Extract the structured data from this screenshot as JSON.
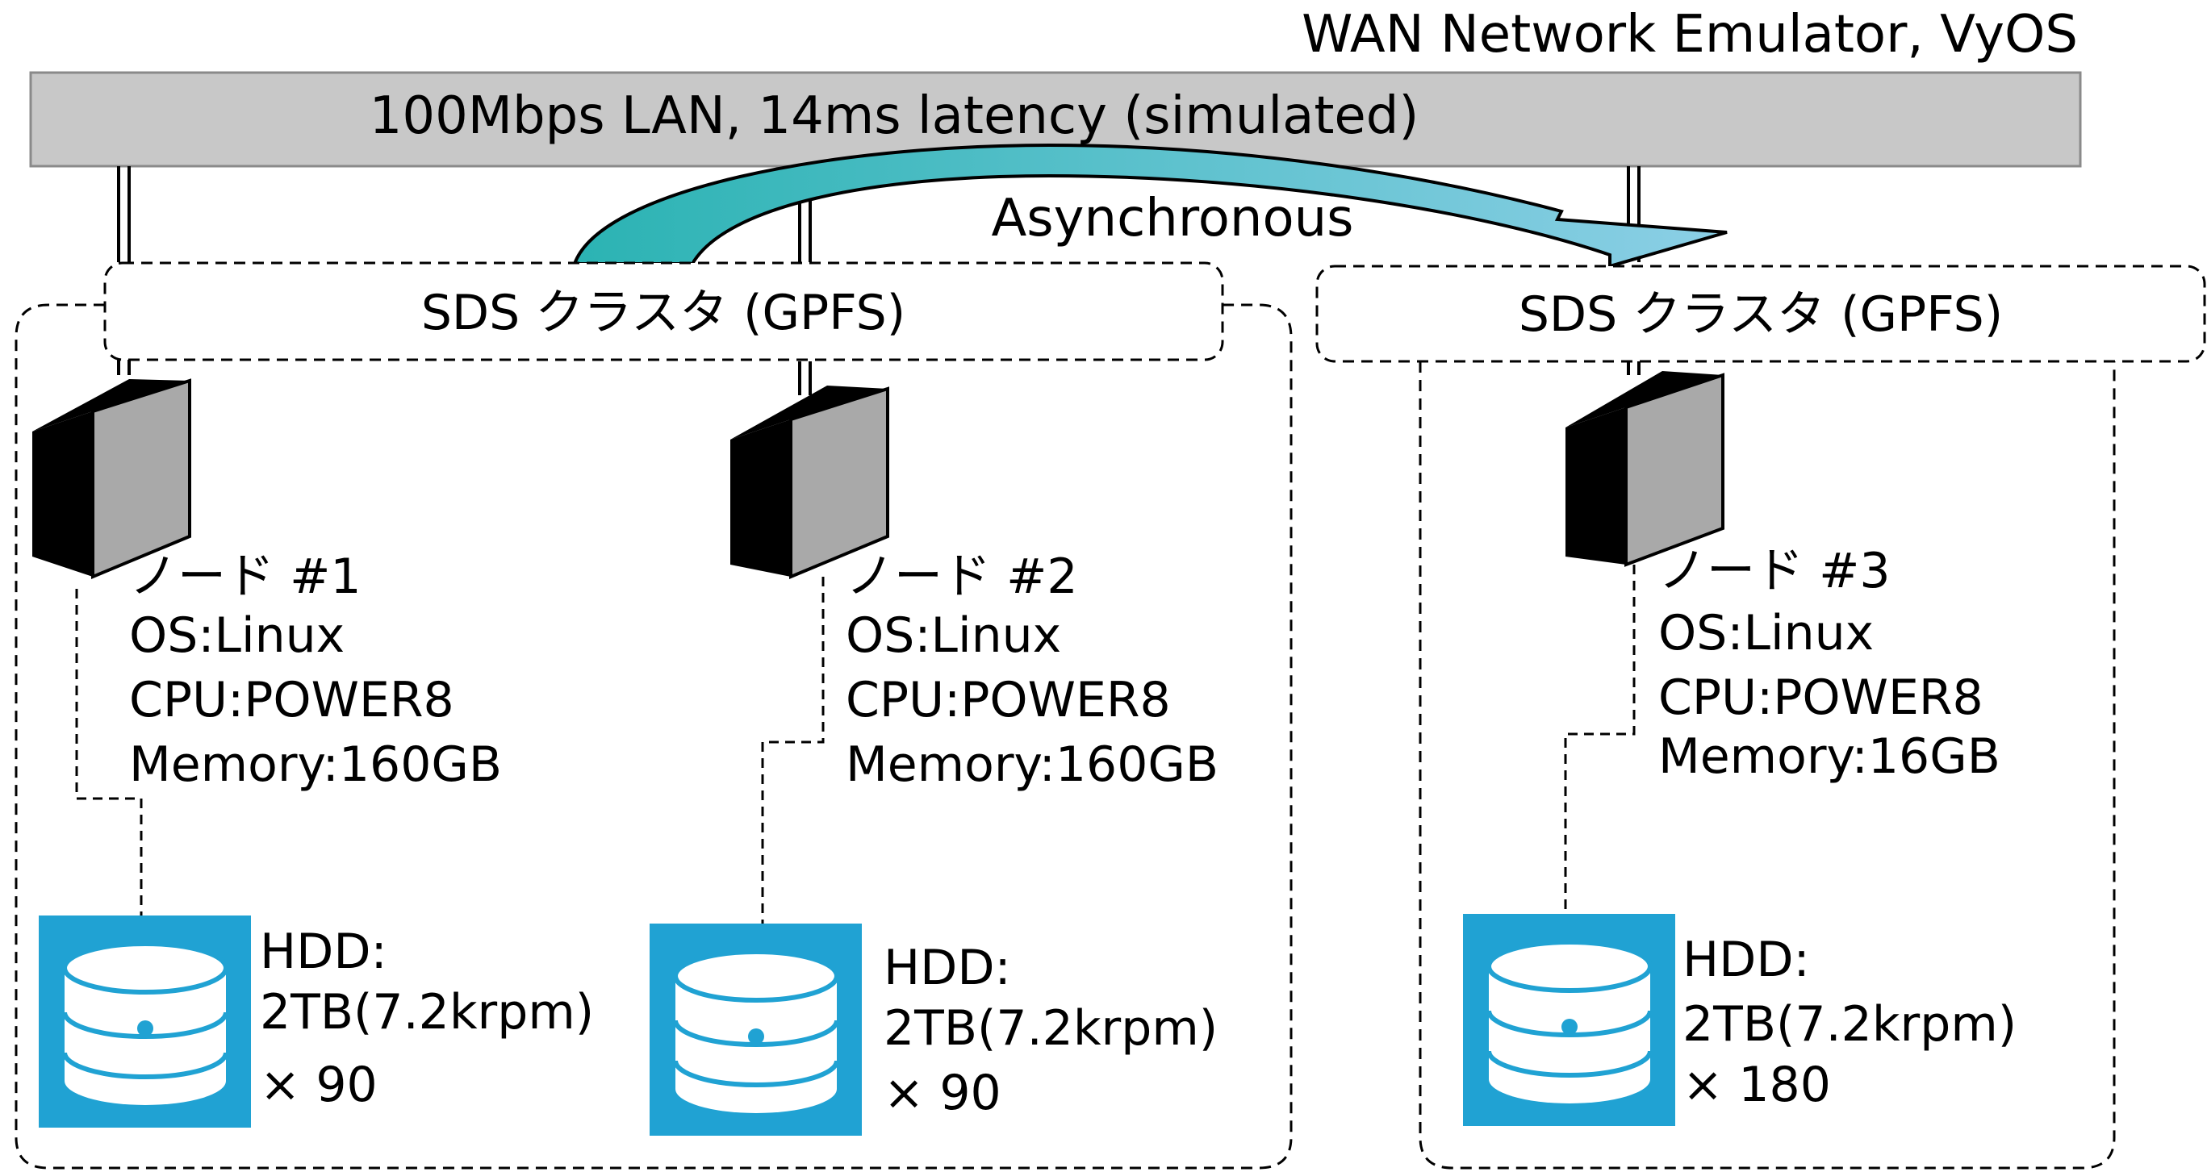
{
  "wan_label": "WAN Network Emulator, VyOS",
  "lan_label": "100Mbps LAN, 14ms latency (simulated)",
  "async_label": "Asynchronous",
  "clusters": [
    {
      "label": "SDS クラスタ (GPFS)"
    },
    {
      "label": "SDS クラスタ (GPFS)"
    }
  ],
  "nodes": [
    {
      "name": "ノード #1",
      "os": "OS:Linux",
      "cpu": "CPU:POWER8",
      "memory": "Memory:160GB",
      "hdd_title": "HDD:",
      "hdd_spec": "2TB(7.2krpm)",
      "hdd_count": "× 90"
    },
    {
      "name": "ノード #2",
      "os": "OS:Linux",
      "cpu": "CPU:POWER8",
      "memory": "Memory:160GB",
      "hdd_title": "HDD:",
      "hdd_spec": "2TB(7.2krpm)",
      "hdd_count": "× 90"
    },
    {
      "name": "ノード #3",
      "os": "OS:Linux",
      "cpu": "CPU:POWER8",
      "memory": "Memory:16GB",
      "hdd_title": "HDD:",
      "hdd_spec": "2TB(7.2krpm)",
      "hdd_count": "× 180"
    }
  ],
  "colors": {
    "lan_bar": "#c8c8c8",
    "hdd_box": "#20a2d3",
    "arrow_start": "#2bb3b3",
    "arrow_end": "#8ccfe6",
    "server_front": "#000000",
    "server_side": "#a9a9a9"
  }
}
